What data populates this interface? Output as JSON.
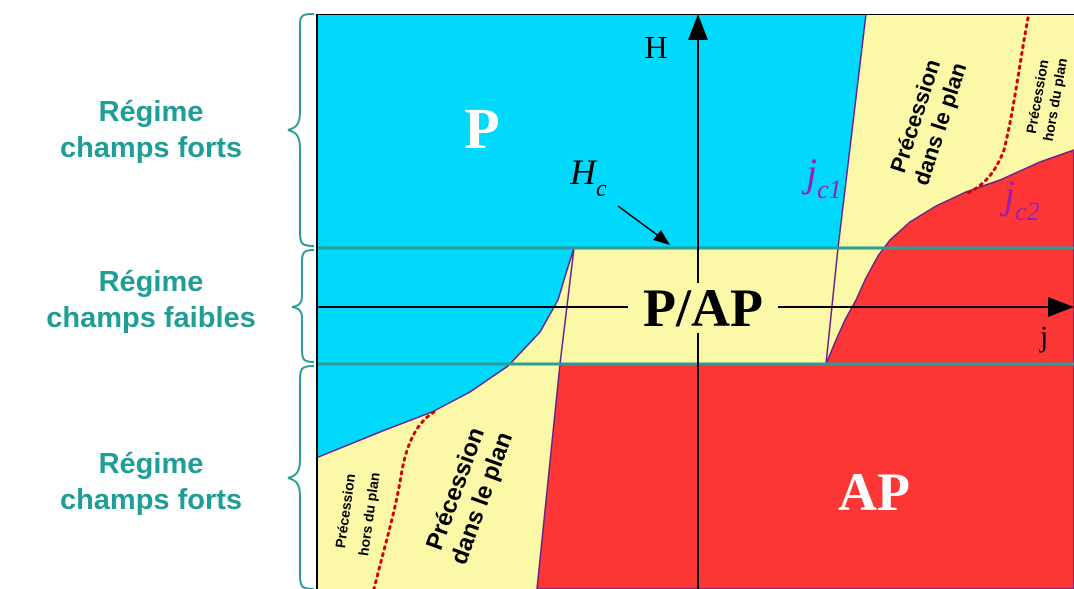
{
  "regimes": {
    "top": {
      "line1": "Régime",
      "line2": "champs forts"
    },
    "middle": {
      "line1": "Régime",
      "line2": "champs faibles"
    },
    "bottom": {
      "line1": "Régime",
      "line2": "champs forts"
    }
  },
  "regions": {
    "p": "P",
    "pap": "P/AP",
    "ap": "AP"
  },
  "axes": {
    "y_label": "H",
    "x_label": "j"
  },
  "annotations": {
    "hc_main": "H",
    "hc_sub": "c",
    "jc1_main": "j",
    "jc1_sub": "c1",
    "jc2_main": "j",
    "jc2_sub": "c2",
    "prec_plan_top_l1": "Précession",
    "prec_plan_top_l2": "dans le plan",
    "prec_hors_top_l1": "Précession",
    "prec_hors_top_l2": "hors du plan",
    "prec_plan_bottom_l1": "Précession",
    "prec_plan_bottom_l2": "dans le plan",
    "prec_hors_bottom_l1": "Précession",
    "prec_hors_bottom_l2": "hors du plan"
  },
  "colors": {
    "p_region": "#00d8fc",
    "transition_region": "#fbf8a8",
    "ap_region": "#fc3535",
    "boundary": "#66228a",
    "regime_line": "#2e9c94",
    "jc_label": "#9a1faa",
    "dotted_boundary": "#d40000",
    "regime_text": "#1f9e95"
  }
}
